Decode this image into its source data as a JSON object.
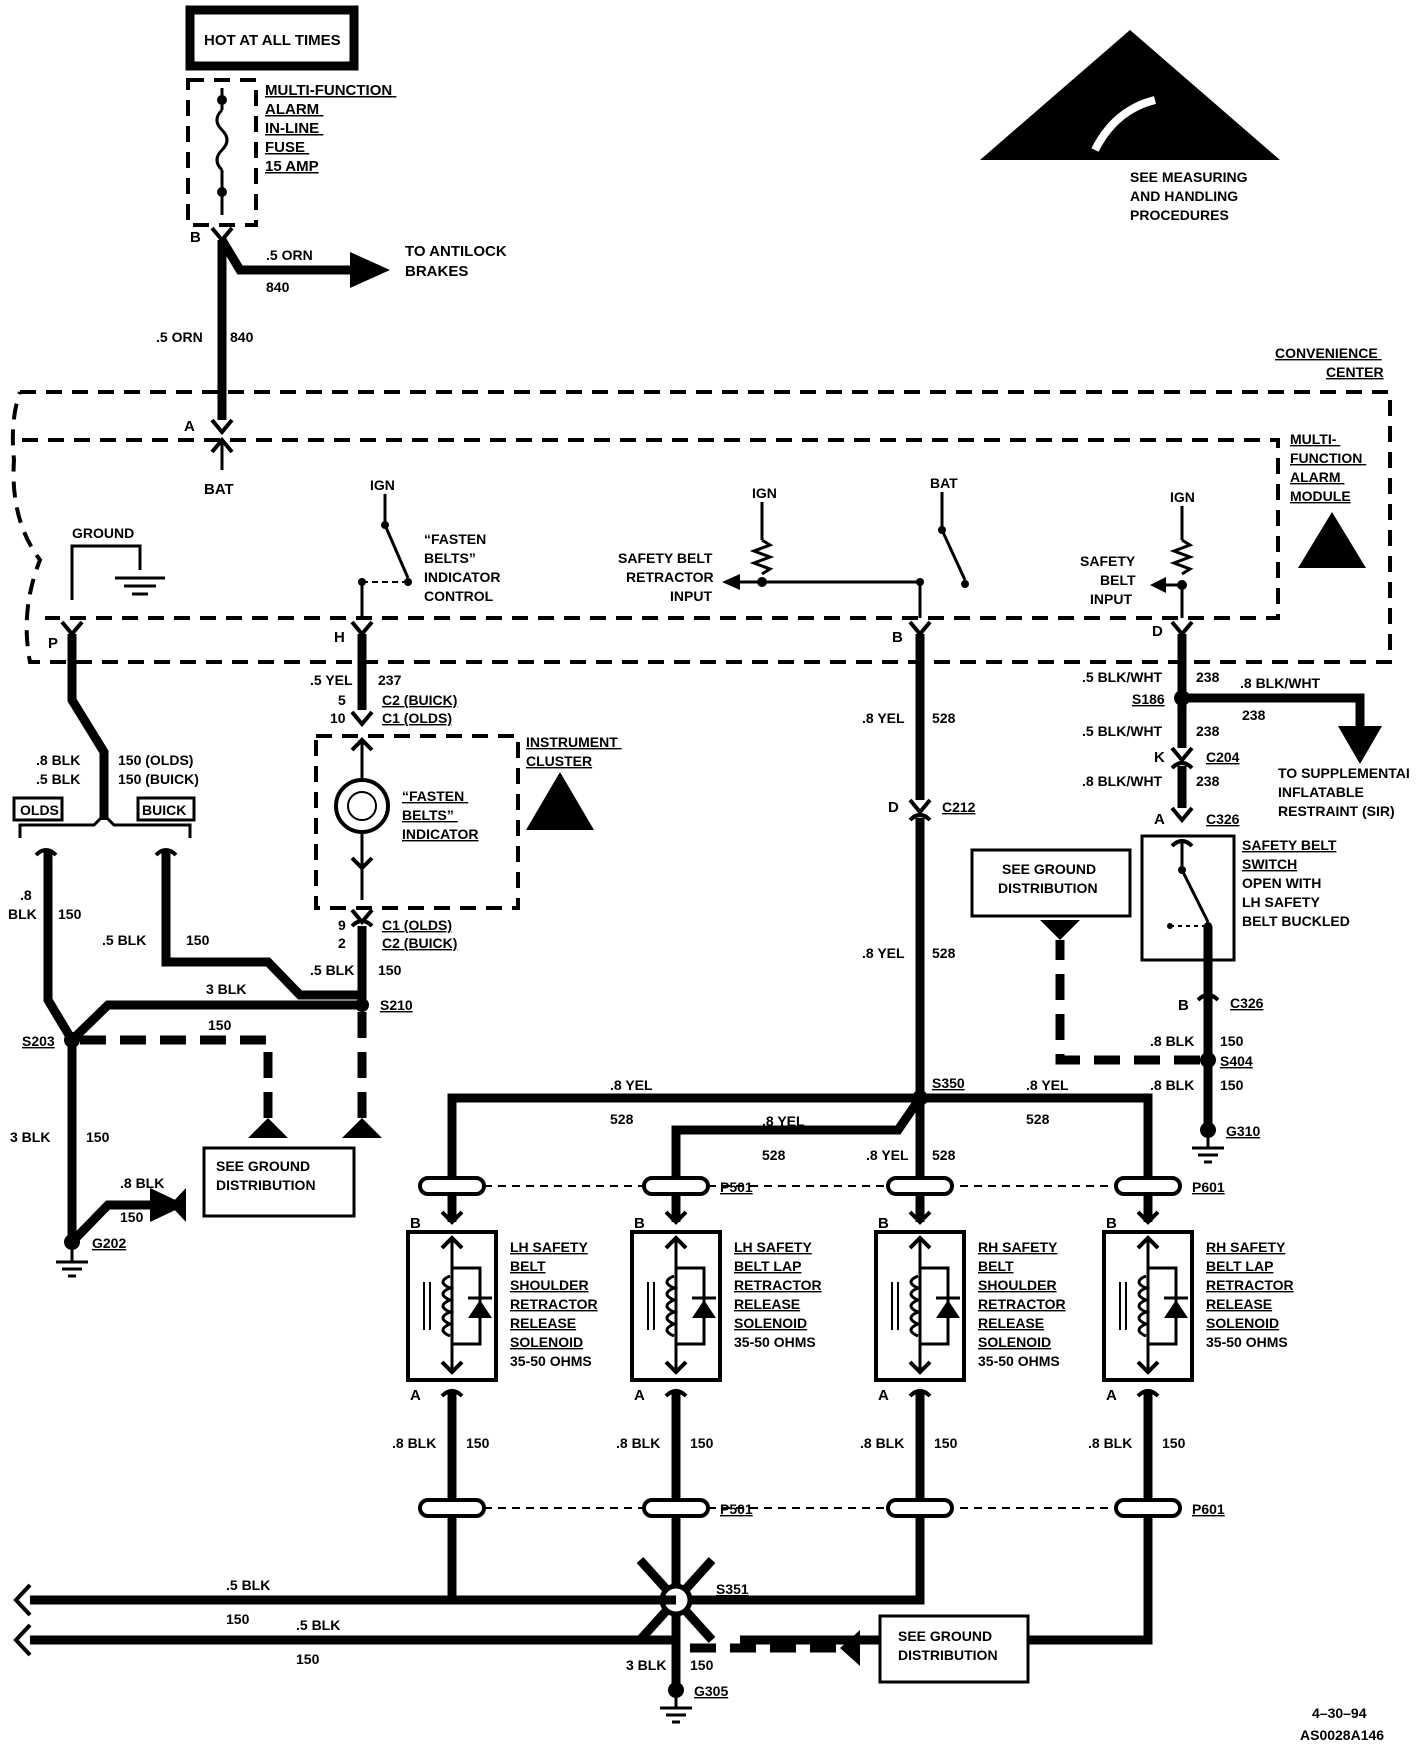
{
  "power": {
    "hot_at_all_times": "HOT AT ALL TIMES",
    "fuse_lines": [
      "MULTI-FUNCTION",
      "ALARM",
      "IN-LINE",
      "FUSE",
      "15 AMP"
    ],
    "antilock_lines": [
      "TO ANTILOCK",
      "BRAKES"
    ]
  },
  "esd_note_lines": [
    "SEE MEASURING",
    "AND HANDLING",
    "PROCEDURES"
  ],
  "convenience_center_lines": [
    "CONVENIENCE",
    "CENTER"
  ],
  "module_lines": [
    "MULTI-",
    "FUNCTION",
    "ALARM",
    "MODULE"
  ],
  "module": {
    "bat": "BAT",
    "ign": "IGN",
    "ground": "GROUND",
    "fasten_control_lines": [
      "“FASTEN",
      "BELTS”",
      "INDICATOR",
      "CONTROL"
    ],
    "retractor_input_lines": [
      "SAFETY BELT",
      "RETRACTOR",
      "INPUT"
    ],
    "belt_input_lines": [
      "SAFETY",
      "BELT",
      "INPUT"
    ]
  },
  "cluster": {
    "title_lines": [
      "INSTRUMENT",
      "CLUSTER"
    ],
    "indicator_lines": [
      "“FASTEN",
      "BELTS”",
      "INDICATOR"
    ]
  },
  "connectors": {
    "B": "B",
    "A": "A",
    "H": "H",
    "P": "P",
    "D": "D",
    "K": "K",
    "c2_buick": "C2 (BUICK)",
    "c1_olds": "C1 (OLDS)",
    "c1_olds_b": "C1 (OLDS)",
    "c2_buick_b": "C2 (BUICK)",
    "c212": "C212",
    "c204": "C204",
    "c326": "C326",
    "p501": "P501",
    "p601": "P601"
  },
  "splices": {
    "s186": "S186",
    "s210": "S210",
    "s203": "S203",
    "s350": "S350",
    "s404": "S404",
    "s351": "S351"
  },
  "grounds": {
    "g202": "G202",
    "g310": "G310",
    "g305": "G305"
  },
  "wire_labels": {
    "orn_a": ".5 ORN",
    "n840_a": "840",
    "orn_b": ".5 ORN",
    "n840_b": "840",
    "yel237": ".5 YEL",
    "n237": "237",
    "pin5": "5",
    "pin10": "10",
    "pin9": "9",
    "pin2": "2",
    "blk150_olds": ".8 BLK",
    "n150_olds": "150 (OLDS)",
    "blk150_buick": ".5 BLK",
    "n150_buick": "150 (BUICK)",
    "olds": "OLDS",
    "buick": "BUICK",
    "left8": ".8",
    "leftblk": "BLK",
    "left150": "150",
    "b5blk": ".5 BLK",
    "b5n150": "150",
    "s210blk": ".5 BLK",
    "s210n150": "150",
    "blk3": "3 BLK",
    "n150_mid": "150",
    "blk3_lower": "3  BLK",
    "n150_lower": "150",
    "blk8_g202": ".8  BLK",
    "n150_g202": "150",
    "yel528_1": ".8 YEL",
    "n528_1": "528",
    "yel528_2": ".8 YEL",
    "n528_2": "528",
    "yel_s350_l": ".8 YEL",
    "n528_s350_l": "528",
    "yel_s350_r": ".8 YEL",
    "n528_s350_r": "528",
    "yel_p501": ".8 YEL",
    "n528_p501": "528",
    "yel_rh": ".8 YEL",
    "n528_rh": "528",
    "bw238_1": ".5 BLK/WHT",
    "n238_1": "238",
    "bw238_sir": ".8  BLK/WHT",
    "n238_sir": "238",
    "bw238_2": ".5 BLK/WHT",
    "n238_2": "238",
    "bw238_3": ".8 BLK/WHT",
    "n238_3": "238",
    "blk_s404": ".8 BLK",
    "n150_s404": "150",
    "blk_g310": ".8 BLK",
    "n150_g310": "150",
    "blk_sol1": ".8 BLK",
    "n150_sol1": "150",
    "blk_sol2": ".8 BLK",
    "n150_sol2": "150",
    "blk_sol3": ".8 BLK",
    "n150_sol3": "150",
    "blk_sol4": ".8 BLK",
    "n150_sol4": "150",
    "blk5_a": ".5 BLK",
    "n150_a": "150",
    "blk5_b": ".5 BLK",
    "n150_b": "150",
    "blk3_s351": "3 BLK",
    "n150_s351": "150"
  },
  "sir_lines": [
    "TO  SUPPLEMENTAI",
    "INFLATABLE",
    "RESTRAINT  (SIR)"
  ],
  "belt_switch_lines": [
    "SAFETY BELT",
    "SWITCH",
    "OPEN WITH",
    "LH SAFETY",
    "BELT BUCKLED"
  ],
  "ground_distribution_lines": [
    "SEE  GROUND",
    "DISTRIBUTION"
  ],
  "ground_distribution_left_lines": [
    "SEE GROUND",
    "DISTRIBUTION"
  ],
  "ground_distribution_bottom_lines": [
    "SEE GROUND",
    "DISTRIBUTION"
  ],
  "solenoids": [
    [
      "LH SAFETY",
      "BELT",
      "SHOULDER",
      "RETRACTOR",
      "RELEASE",
      "SOLENOID",
      "35-50 OHMS"
    ],
    [
      "LH SAFETY",
      "BELT LAP",
      "RETRACTOR",
      "RELEASE",
      "SOLENOID",
      "35-50 OHMS"
    ],
    [
      "RH SAFETY",
      "BELT",
      "SHOULDER",
      "RETRACTOR",
      "RELEASE",
      "SOLENOID",
      "35-50 OHMS"
    ],
    [
      "RH SAFETY",
      "BELT LAP",
      "RETRACTOR",
      "RELEASE",
      "SOLENOID",
      "35-50 OHMS"
    ]
  ],
  "footer": {
    "date": "4–30–94",
    "code": "AS0028A146"
  }
}
